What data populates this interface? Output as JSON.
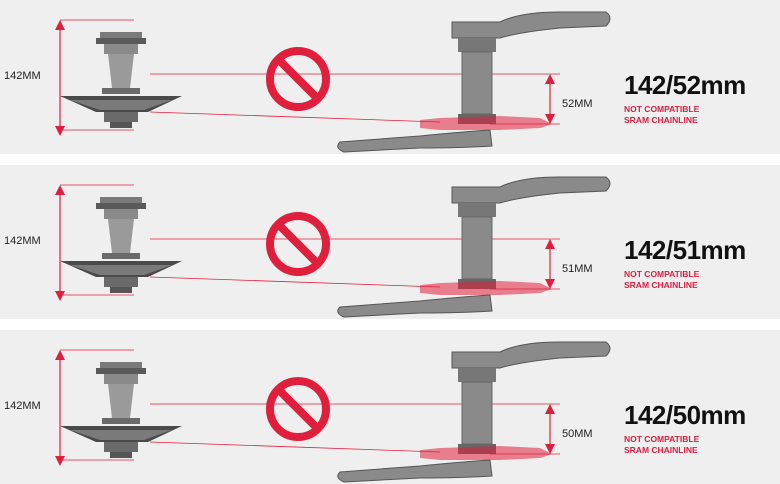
{
  "colors": {
    "accent": "#e01f3d",
    "metal": "#8a8a8a",
    "dark": "#4a4a4a",
    "panel": "#efefef"
  },
  "panels": [
    {
      "hub_label": "142MM",
      "chainline_label": "52MM",
      "title": "142/52mm",
      "note1": "NOT COMPATIBLE",
      "note2": "SRAM CHAINLINE"
    },
    {
      "hub_label": "142MM",
      "chainline_label": "51MM",
      "title": "142/51mm",
      "note1": "NOT COMPATIBLE",
      "note2": "SRAM CHAINLINE"
    },
    {
      "hub_label": "142MM",
      "chainline_label": "50MM",
      "title": "142/50mm",
      "note1": "NOT COMPATIBLE",
      "note2": "SRAM CHAINLINE"
    }
  ]
}
